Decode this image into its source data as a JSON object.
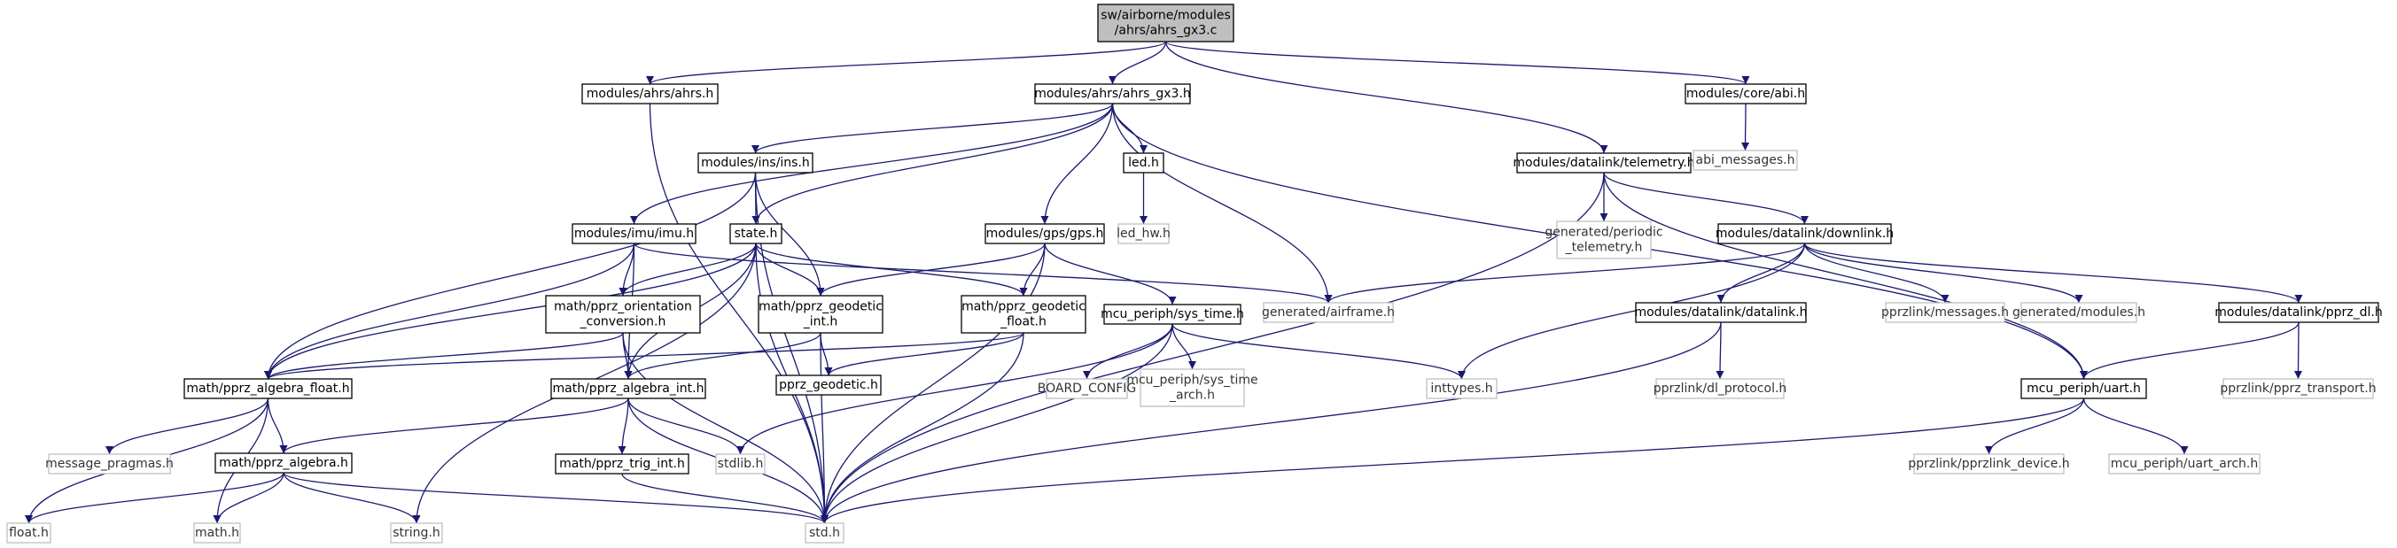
{
  "colors": {
    "edge": "#191970",
    "root_fill": "#bfbfbf",
    "node_fill": "#ffffff",
    "node_border": "#000000",
    "external_border": "#bfbfbf"
  },
  "nodes": [
    {
      "id": "root",
      "lines": [
        "sw/airborne/modules",
        "/ahrs/ahrs_gx3.c"
      ],
      "kind": "root"
    },
    {
      "id": "ahrs_h",
      "lines": [
        "modules/ahrs/ahrs.h"
      ],
      "kind": "documented"
    },
    {
      "id": "ahrs_gx3_h",
      "lines": [
        "modules/ahrs/ahrs_gx3.h"
      ],
      "kind": "documented"
    },
    {
      "id": "telemetry_h",
      "lines": [
        "modules/datalink/telemetry.h"
      ],
      "kind": "documented"
    },
    {
      "id": "abi_h",
      "lines": [
        "modules/core/abi.h"
      ],
      "kind": "documented"
    },
    {
      "id": "abi_messages_h",
      "lines": [
        "abi_messages.h"
      ],
      "kind": "external"
    },
    {
      "id": "ins_h",
      "lines": [
        "modules/ins/ins.h"
      ],
      "kind": "documented"
    },
    {
      "id": "led_h",
      "lines": [
        "led.h"
      ],
      "kind": "documented"
    },
    {
      "id": "led_hw_h",
      "lines": [
        "led_hw.h"
      ],
      "kind": "external"
    },
    {
      "id": "periodic_telemetry_h",
      "lines": [
        "generated/periodic",
        "_telemetry.h"
      ],
      "kind": "external"
    },
    {
      "id": "imu_h",
      "lines": [
        "modules/imu/imu.h"
      ],
      "kind": "documented"
    },
    {
      "id": "state_h",
      "lines": [
        "state.h"
      ],
      "kind": "documented"
    },
    {
      "id": "gps_h",
      "lines": [
        "modules/gps/gps.h"
      ],
      "kind": "documented"
    },
    {
      "id": "downlink_h",
      "lines": [
        "modules/datalink/downlink.h"
      ],
      "kind": "documented"
    },
    {
      "id": "orientation_h",
      "lines": [
        "math/pprz_orientation",
        "_conversion.h"
      ],
      "kind": "documented"
    },
    {
      "id": "geodetic_int_h",
      "lines": [
        "math/pprz_geodetic",
        "_int.h"
      ],
      "kind": "documented"
    },
    {
      "id": "geodetic_float_h",
      "lines": [
        "math/pprz_geodetic",
        "_float.h"
      ],
      "kind": "documented"
    },
    {
      "id": "airframe_h",
      "lines": [
        "generated/airframe.h"
      ],
      "kind": "external"
    },
    {
      "id": "sys_time_h",
      "lines": [
        "mcu_periph/sys_time.h"
      ],
      "kind": "documented"
    },
    {
      "id": "datalink_h",
      "lines": [
        "modules/datalink/datalink.h"
      ],
      "kind": "documented"
    },
    {
      "id": "pprzlink_messages_h",
      "lines": [
        "pprzlink/messages.h"
      ],
      "kind": "external"
    },
    {
      "id": "generated_modules_h",
      "lines": [
        "generated/modules.h"
      ],
      "kind": "external"
    },
    {
      "id": "pprz_dl_h",
      "lines": [
        "modules/datalink/pprz_dl.h"
      ],
      "kind": "documented"
    },
    {
      "id": "algebra_float_h",
      "lines": [
        "math/pprz_algebra_float.h"
      ],
      "kind": "documented"
    },
    {
      "id": "algebra_int_h",
      "lines": [
        "math/pprz_algebra_int.h"
      ],
      "kind": "documented"
    },
    {
      "id": "pprz_geodetic_h",
      "lines": [
        "pprz_geodetic.h"
      ],
      "kind": "documented"
    },
    {
      "id": "board_config",
      "lines": [
        "BOARD_CONFIG"
      ],
      "kind": "external"
    },
    {
      "id": "sys_time_arch_h",
      "lines": [
        "mcu_periph/sys_time",
        "_arch.h"
      ],
      "kind": "external"
    },
    {
      "id": "inttypes_h",
      "lines": [
        "inttypes.h"
      ],
      "kind": "external"
    },
    {
      "id": "dl_protocol_h",
      "lines": [
        "pprzlink/dl_protocol.h"
      ],
      "kind": "external"
    },
    {
      "id": "uart_h",
      "lines": [
        "mcu_periph/uart.h"
      ],
      "kind": "documented"
    },
    {
      "id": "pprz_transport_h",
      "lines": [
        "pprzlink/pprz_transport.h"
      ],
      "kind": "external"
    },
    {
      "id": "message_pragmas_h",
      "lines": [
        "message_pragmas.h"
      ],
      "kind": "external"
    },
    {
      "id": "algebra_h",
      "lines": [
        "math/pprz_algebra.h"
      ],
      "kind": "documented"
    },
    {
      "id": "stdlib_h",
      "lines": [
        "stdlib.h"
      ],
      "kind": "external"
    },
    {
      "id": "trig_int_h",
      "lines": [
        "math/pprz_trig_int.h"
      ],
      "kind": "documented"
    },
    {
      "id": "pprzlink_device_h",
      "lines": [
        "pprzlink/pprzlink_device.h"
      ],
      "kind": "external"
    },
    {
      "id": "uart_arch_h",
      "lines": [
        "mcu_periph/uart_arch.h"
      ],
      "kind": "external"
    },
    {
      "id": "float_h",
      "lines": [
        "float.h"
      ],
      "kind": "external"
    },
    {
      "id": "math_h",
      "lines": [
        "math.h"
      ],
      "kind": "external"
    },
    {
      "id": "string_h",
      "lines": [
        "string.h"
      ],
      "kind": "external"
    },
    {
      "id": "std_h",
      "lines": [
        "std.h"
      ],
      "kind": "external"
    }
  ],
  "edges": [
    [
      "root",
      "ahrs_h"
    ],
    [
      "root",
      "ahrs_gx3_h"
    ],
    [
      "root",
      "telemetry_h"
    ],
    [
      "root",
      "abi_h"
    ],
    [
      "abi_h",
      "abi_messages_h"
    ],
    [
      "ahrs_h",
      "std_h"
    ],
    [
      "ahrs_gx3_h",
      "ins_h"
    ],
    [
      "ahrs_gx3_h",
      "led_h"
    ],
    [
      "ahrs_gx3_h",
      "imu_h"
    ],
    [
      "ahrs_gx3_h",
      "state_h"
    ],
    [
      "ahrs_gx3_h",
      "gps_h"
    ],
    [
      "ahrs_gx3_h",
      "airframe_h"
    ],
    [
      "ahrs_gx3_h",
      "uart_h"
    ],
    [
      "led_h",
      "led_hw_h"
    ],
    [
      "telemetry_h",
      "periodic_telemetry_h"
    ],
    [
      "telemetry_h",
      "downlink_h"
    ],
    [
      "telemetry_h",
      "std_h"
    ],
    [
      "telemetry_h",
      "uart_h"
    ],
    [
      "ins_h",
      "state_h"
    ],
    [
      "ins_h",
      "geodetic_int_h"
    ],
    [
      "ins_h",
      "algebra_float_h"
    ],
    [
      "ins_h",
      "std_h"
    ],
    [
      "imu_h",
      "orientation_h"
    ],
    [
      "imu_h",
      "algebra_int_h"
    ],
    [
      "imu_h",
      "algebra_float_h"
    ],
    [
      "imu_h",
      "airframe_h"
    ],
    [
      "state_h",
      "orientation_h"
    ],
    [
      "state_h",
      "geodetic_int_h"
    ],
    [
      "state_h",
      "geodetic_float_h"
    ],
    [
      "state_h",
      "algebra_int_h"
    ],
    [
      "state_h",
      "algebra_float_h"
    ],
    [
      "state_h",
      "std_h"
    ],
    [
      "state_h",
      "string_h"
    ],
    [
      "gps_h",
      "geodetic_int_h"
    ],
    [
      "gps_h",
      "geodetic_float_h"
    ],
    [
      "gps_h",
      "sys_time_h"
    ],
    [
      "gps_h",
      "std_h"
    ],
    [
      "downlink_h",
      "airframe_h"
    ],
    [
      "downlink_h",
      "inttypes_h"
    ],
    [
      "downlink_h",
      "datalink_h"
    ],
    [
      "downlink_h",
      "pprzlink_messages_h"
    ],
    [
      "downlink_h",
      "generated_modules_h"
    ],
    [
      "downlink_h",
      "pprz_dl_h"
    ],
    [
      "orientation_h",
      "algebra_float_h"
    ],
    [
      "orientation_h",
      "algebra_int_h"
    ],
    [
      "orientation_h",
      "std_h"
    ],
    [
      "geodetic_int_h",
      "pprz_geodetic_h"
    ],
    [
      "geodetic_int_h",
      "algebra_int_h"
    ],
    [
      "geodetic_int_h",
      "std_h"
    ],
    [
      "geodetic_float_h",
      "pprz_geodetic_h"
    ],
    [
      "geodetic_float_h",
      "algebra_float_h"
    ],
    [
      "geodetic_float_h",
      "std_h"
    ],
    [
      "sys_time_h",
      "board_config"
    ],
    [
      "sys_time_h",
      "sys_time_arch_h"
    ],
    [
      "sys_time_h",
      "inttypes_h"
    ],
    [
      "sys_time_h",
      "stdlib_h"
    ],
    [
      "sys_time_h",
      "std_h"
    ],
    [
      "datalink_h",
      "dl_protocol_h"
    ],
    [
      "datalink_h",
      "std_h"
    ],
    [
      "pprz_dl_h",
      "uart_h"
    ],
    [
      "pprz_dl_h",
      "pprz_transport_h"
    ],
    [
      "algebra_float_h",
      "message_pragmas_h"
    ],
    [
      "algebra_float_h",
      "algebra_h"
    ],
    [
      "algebra_float_h",
      "float_h"
    ],
    [
      "algebra_float_h",
      "math_h"
    ],
    [
      "algebra_int_h",
      "algebra_h"
    ],
    [
      "algebra_int_h",
      "trig_int_h"
    ],
    [
      "algebra_int_h",
      "stdlib_h"
    ],
    [
      "algebra_int_h",
      "std_h"
    ],
    [
      "uart_h",
      "pprzlink_device_h"
    ],
    [
      "uart_h",
      "uart_arch_h"
    ],
    [
      "uart_h",
      "std_h"
    ],
    [
      "algebra_h",
      "float_h"
    ],
    [
      "algebra_h",
      "math_h"
    ],
    [
      "algebra_h",
      "string_h"
    ],
    [
      "algebra_h",
      "std_h"
    ],
    [
      "trig_int_h",
      "std_h"
    ]
  ]
}
